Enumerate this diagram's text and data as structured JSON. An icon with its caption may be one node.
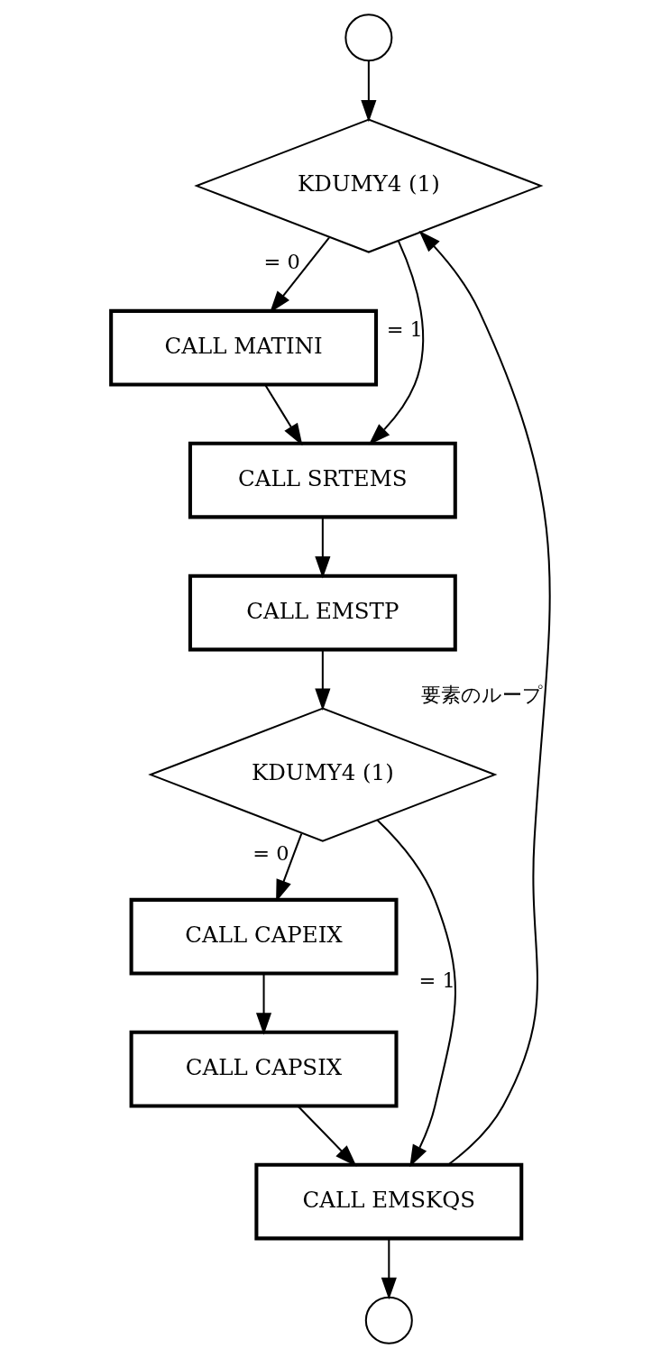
{
  "diagram": {
    "nodes": [
      {
        "text": [],
        "shape": "circle"
      },
      {
        "text": [
          "KDUMY4 (1)"
        ]
      },
      {
        "text": [
          "CALL MATINI"
        ]
      },
      {
        "text": [
          "CALL SRTEMS"
        ]
      },
      {
        "text": [
          "CALL EMSTP"
        ]
      },
      {
        "text": [
          "KDUMY4 (1)"
        ]
      },
      {
        "text": [
          "CALL CAPEIX"
        ]
      },
      {
        "text": [
          "CALL CAPSIX"
        ]
      },
      {
        "text": [
          "CALL EMSKQS"
        ]
      },
      {
        "text": [],
        "shape": "circle"
      }
    ],
    "edges": [
      {
        "from": 0,
        "to": 1,
        "arrow": "to"
      },
      {
        "from": 1,
        "to": 2,
        "arrow": "to",
        "label": "= 0"
      },
      {
        "from": 1,
        "to": 3,
        "arrow": "to",
        "label": "= 1"
      },
      {
        "from": 2,
        "to": 3,
        "arrow": "to"
      },
      {
        "from": 3,
        "to": 4,
        "arrow": "to"
      },
      {
        "from": 4,
        "to": 5,
        "arrow": "to"
      },
      {
        "from": 5,
        "to": 6,
        "arrow": "to",
        "label": "= 0"
      },
      {
        "from": 5,
        "to": 8,
        "arrow": "to",
        "label": "= 1"
      },
      {
        "from": 6,
        "to": 7,
        "arrow": "to"
      },
      {
        "from": 7,
        "to": 8,
        "arrow": "to"
      },
      {
        "from": 8,
        "to": 1,
        "arrow": "to",
        "label": "要素のループ"
      },
      {
        "from": 8,
        "to": 9,
        "arrow": "to"
      }
    ]
  }
}
